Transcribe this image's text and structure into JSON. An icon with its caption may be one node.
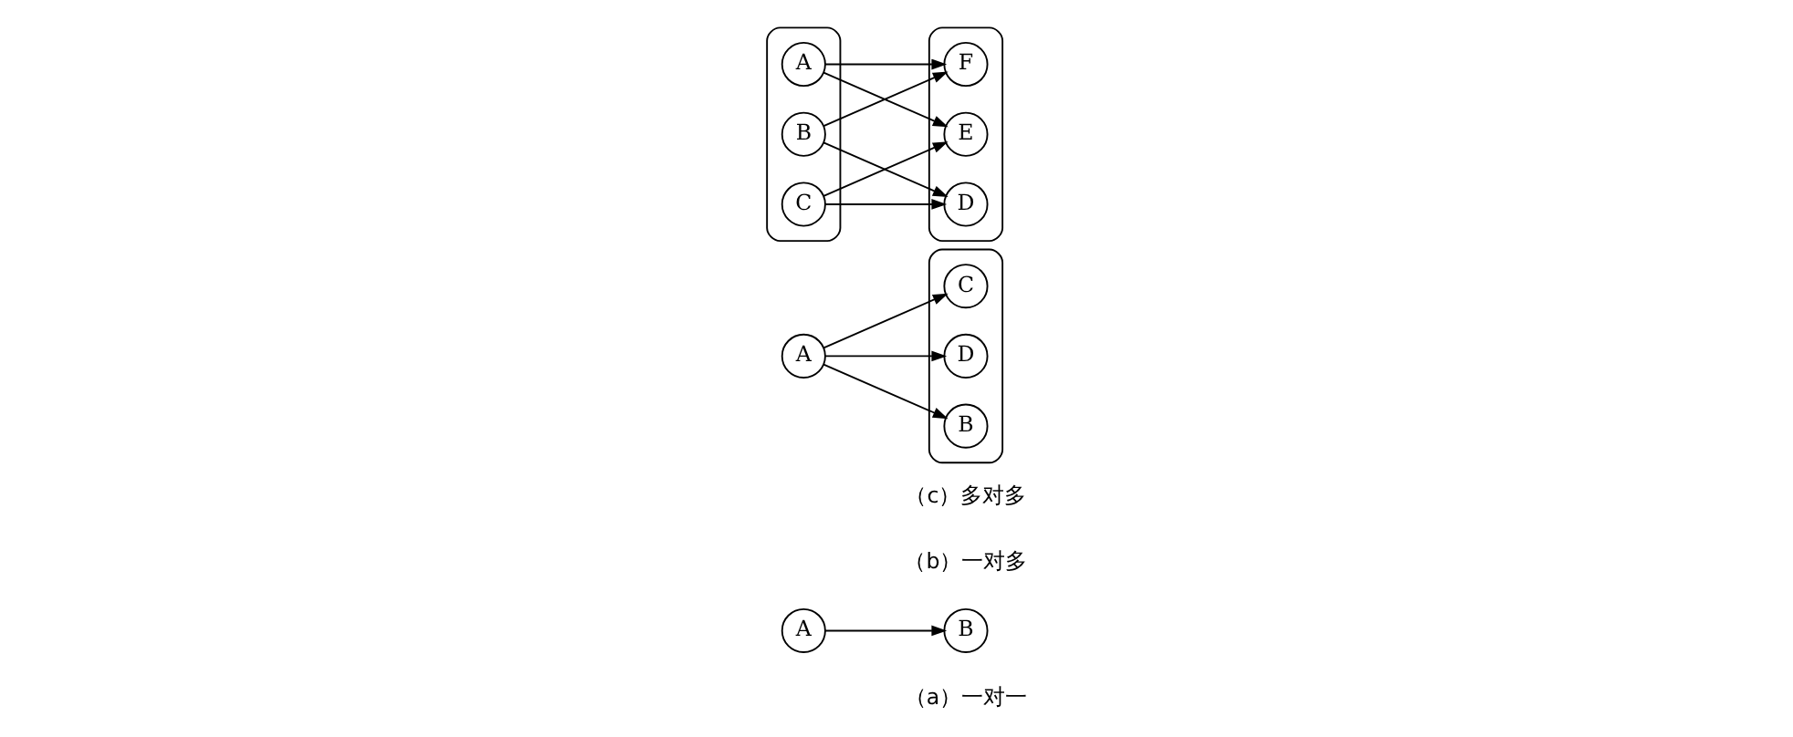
{
  "diagram": {
    "nodes": [
      {
        "text": [
          "A"
        ]
      },
      {
        "text": [
          "B"
        ]
      },
      {
        "text": [
          "A"
        ]
      },
      {
        "text": [],
        "shape": "ellipse"
      },
      {
        "text": [
          "B"
        ],
        "in": 3
      },
      {
        "text": [
          "C"
        ],
        "in": 3
      },
      {
        "text": [
          "D"
        ],
        "in": 3
      },
      {
        "text": [],
        "shape": "ellipse"
      },
      {
        "text": [
          "A"
        ],
        "in": 7
      },
      {
        "text": [
          "B"
        ],
        "in": 7
      },
      {
        "text": [
          "C"
        ],
        "in": 7
      },
      {
        "text": [],
        "shape": "ellipse"
      },
      {
        "text": [
          "D"
        ],
        "in": 11
      },
      {
        "text": [
          "E"
        ],
        "in": 11
      },
      {
        "text": [
          "F"
        ],
        "in": 11
      }
    ],
    "edges": [
      {
        "from": 0,
        "to": 1,
        "arrow": "to"
      },
      {
        "from": 2,
        "to": 4,
        "arrow": "to"
      },
      {
        "from": 2,
        "to": 5,
        "arrow": "to"
      },
      {
        "from": 2,
        "to": 6,
        "arrow": "to"
      },
      {
        "from": 8,
        "to": 13,
        "arrow": "to"
      },
      {
        "from": 8,
        "to": 14,
        "arrow": "to"
      },
      {
        "from": 9,
        "to": 12,
        "arrow": "to"
      },
      {
        "from": 9,
        "to": 14,
        "arrow": "to"
      },
      {
        "from": 10,
        "to": 12,
        "arrow": "to"
      },
      {
        "from": 10,
        "to": 13,
        "arrow": "to"
      }
    ],
    "labels": [
      "（a）一对一",
      "（b）一对多",
      "（c）多对多"
    ]
  }
}
